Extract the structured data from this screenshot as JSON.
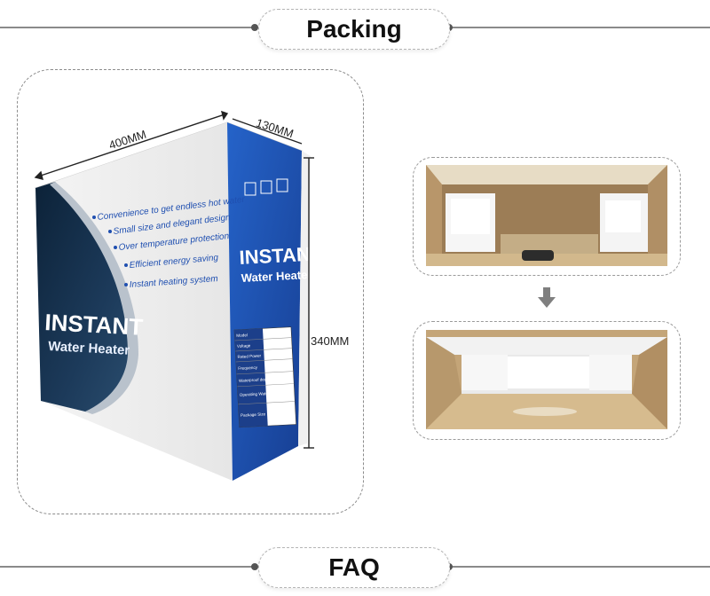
{
  "header": {
    "title": "Packing"
  },
  "footer": {
    "title": "FAQ"
  },
  "box": {
    "dim_length": "400MM",
    "dim_depth": "130MM",
    "dim_height": "340MM",
    "side_features": [
      "Convenience to get endless hot water",
      "Small size and elegant design",
      "Over temperature protection",
      "Efficient energy saving",
      "Instant heating system"
    ],
    "side_brand_line1": "INSTANT",
    "side_brand_line2": "Water Heater",
    "front_brand_line1": "INSTANT",
    "front_brand_line2": "Water Heater",
    "spec_labels": [
      "Model",
      "Voltage",
      "Rated Power",
      "Frequency",
      "Waterproof degree",
      "Operating Water Pressure",
      "Package Size"
    ]
  },
  "arrow_icon": "down-arrow-icon",
  "colors": {
    "box_blue": "#1f4fb0",
    "divider": "#8a8a8a",
    "cardboard": "#c9ac7e"
  }
}
